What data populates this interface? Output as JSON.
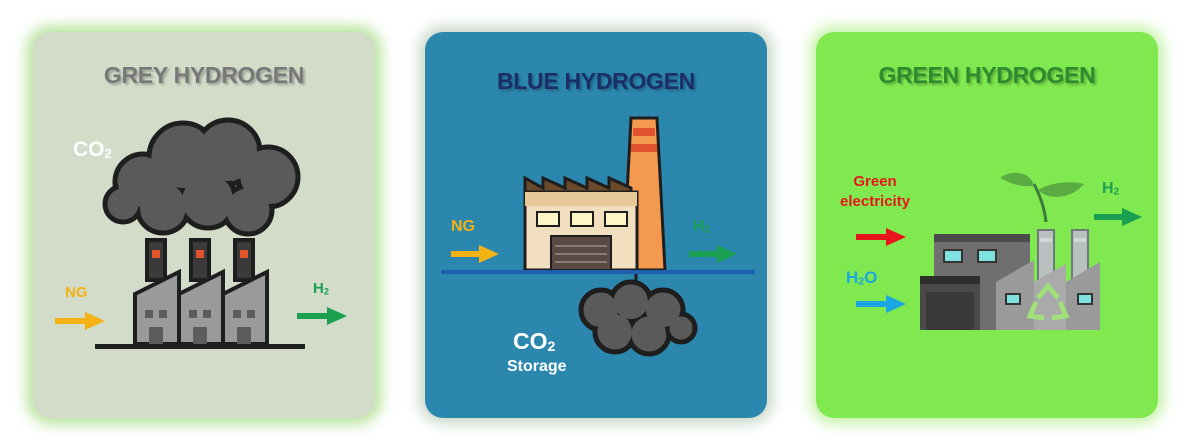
{
  "panels": {
    "grey": {
      "title": "GREY HYDROGEN",
      "co2": "CO",
      "co2_sub": "2",
      "ng": "NG",
      "h2": "H",
      "h2_sub": "2"
    },
    "blue": {
      "title": "BLUE HYDROGEN",
      "ng": "NG",
      "h2": "H",
      "h2_sub": "2",
      "co2": "CO",
      "co2_sub": "2",
      "storage": "Storage"
    },
    "green": {
      "title": "GREEN HYDROGEN",
      "electricity_line1": "Green",
      "electricity_line2": "electricity",
      "h2o": "H",
      "h2o_sub": "2",
      "h2o_tail": "O",
      "h2": "H",
      "h2_sub": "2"
    }
  },
  "colors": {
    "grey_panel": "#d2dcc8",
    "blue_panel": "#2b87ae",
    "green_panel": "#80e94f",
    "ng_arrow": "#f4b214",
    "h2_arrow": "#1aa051",
    "electricity_arrow": "#e8161c",
    "water_arrow": "#1ca6e4"
  },
  "icons": [
    "smoke-cloud-icon",
    "factory-icon",
    "arrow-right-icon",
    "leaf-sprout-icon",
    "recycle-icon"
  ]
}
